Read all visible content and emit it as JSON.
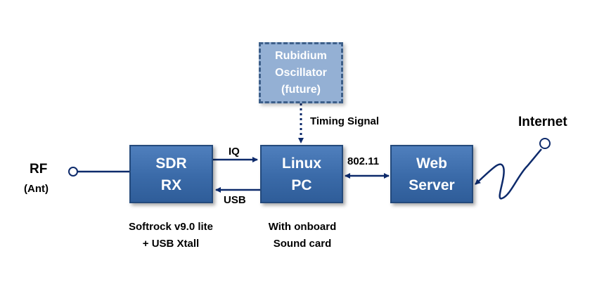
{
  "colors": {
    "box_fill": "#3a6aa8",
    "box_border": "#244a7c",
    "future_fill": "#94b0d4",
    "future_border": "#3d5f8a",
    "line": "#0d2a6b",
    "text_on_box": "#ffffff",
    "text": "#000000"
  },
  "nodes": {
    "rubidium": {
      "line1": "Rubidium",
      "line2": "Oscillator",
      "line3": "(future)"
    },
    "sdr": {
      "line1": "SDR",
      "line2": "RX"
    },
    "linux": {
      "line1": "Linux",
      "line2": "PC"
    },
    "web": {
      "line1": "Web",
      "line2": "Server"
    }
  },
  "labels": {
    "rf": "RF",
    "ant": "(Ant)",
    "internet": "Internet",
    "timing_signal": "Timing Signal",
    "iq": "IQ",
    "usb": "USB",
    "wifi": "802.11",
    "sdr_caption_line1": "Softrock v9.0 lite",
    "sdr_caption_line2": "+ USB Xtall",
    "linux_caption_line1": "With onboard",
    "linux_caption_line2": "Sound card"
  }
}
